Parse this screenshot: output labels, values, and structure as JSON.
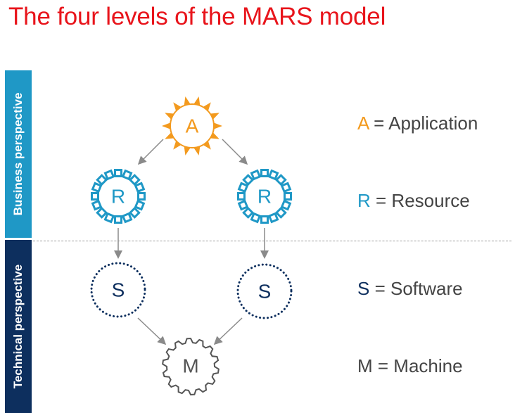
{
  "title": "The four levels of the MARS model",
  "perspectives": {
    "business": "Business perspective",
    "technical": "Technical perspective"
  },
  "nodes": {
    "application": "A",
    "resource_left": "R",
    "resource_right": "R",
    "software_left": "S",
    "software_right": "S",
    "machine": "M"
  },
  "legend": [
    {
      "letter": "A",
      "text": " = Application",
      "color": "#f39a1e"
    },
    {
      "letter": "R",
      "text": " = Resource",
      "color": "#1f98c6"
    },
    {
      "letter": "S",
      "text": " = Software",
      "color": "#0d2f5e"
    },
    {
      "letter": "M",
      "text": " = Machine",
      "color": "#444444"
    }
  ],
  "colors": {
    "title": "#e8141b",
    "application": "#f39a1e",
    "resource": "#1f98c6",
    "software": "#0d2f5e",
    "machine": "#555555"
  },
  "icons": [
    "sun-icon",
    "ring-of-squares-icon",
    "dotted-circle-icon",
    "gear-icon"
  ]
}
